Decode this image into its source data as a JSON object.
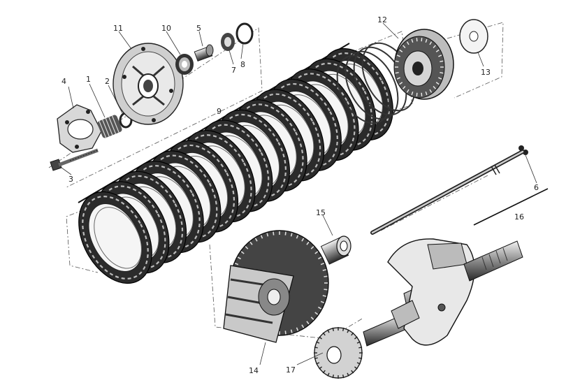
{
  "diagram": {
    "background": "#ffffff",
    "ink_color": "#1a1a1a",
    "parts": [
      {
        "key": "p1",
        "number": "1"
      },
      {
        "key": "p2",
        "number": "2"
      },
      {
        "key": "p3",
        "number": "3"
      },
      {
        "key": "p4",
        "number": "4"
      },
      {
        "key": "p5",
        "number": "5"
      },
      {
        "key": "p6",
        "number": "6"
      },
      {
        "key": "p7",
        "number": "7"
      },
      {
        "key": "p8",
        "number": "8"
      },
      {
        "key": "p9",
        "number": "9"
      },
      {
        "key": "p10",
        "number": "10"
      },
      {
        "key": "p11",
        "number": "11"
      },
      {
        "key": "p12",
        "number": "12"
      },
      {
        "key": "p13",
        "number": "13"
      },
      {
        "key": "p14",
        "number": "14"
      },
      {
        "key": "p15",
        "number": "15"
      },
      {
        "key": "p16",
        "number": "16"
      },
      {
        "key": "p17",
        "number": "17"
      }
    ]
  }
}
